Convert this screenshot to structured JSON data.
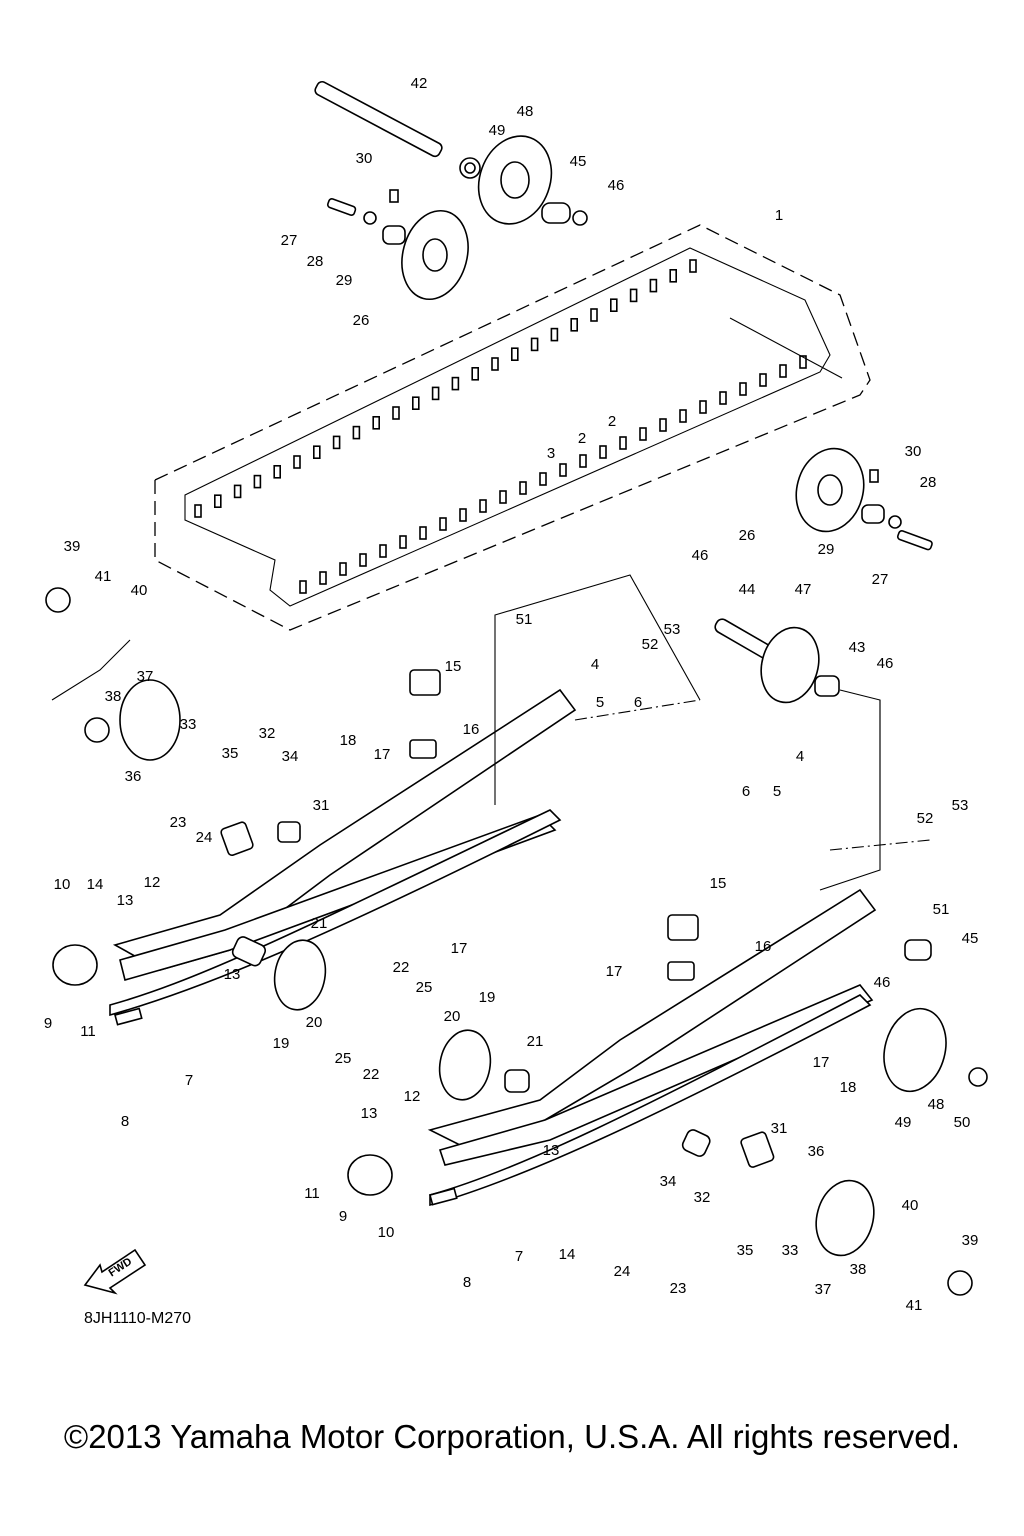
{
  "figure": {
    "catalog_code": "8JH1110-M270",
    "direction_label": "FWD",
    "copyright": "©2013 Yamaha Motor Corporation, U.S.A. All rights reserved."
  },
  "callouts": [
    "42",
    "48",
    "49",
    "30",
    "45",
    "46",
    "27",
    "28",
    "29",
    "26",
    "1",
    "2",
    "2",
    "3",
    "30",
    "28",
    "26",
    "29",
    "27",
    "39",
    "41",
    "40",
    "37",
    "38",
    "33",
    "35",
    "32",
    "36",
    "34",
    "18",
    "17",
    "15",
    "16",
    "31",
    "23",
    "24",
    "10",
    "14",
    "13",
    "12",
    "9",
    "11",
    "13",
    "7",
    "8",
    "21",
    "17",
    "22",
    "25",
    "20",
    "19",
    "25",
    "22",
    "19",
    "20",
    "21",
    "12",
    "13",
    "13",
    "11",
    "9",
    "10",
    "7",
    "8",
    "14",
    "24",
    "23",
    "46",
    "44",
    "47",
    "51",
    "53",
    "52",
    "4",
    "5",
    "6",
    "43",
    "46",
    "4",
    "6",
    "5",
    "52",
    "53",
    "51",
    "15",
    "16",
    "17",
    "45",
    "46",
    "17",
    "18",
    "48",
    "49",
    "50",
    "31",
    "34",
    "32",
    "36",
    "35",
    "33",
    "37",
    "38",
    "40",
    "39",
    "41"
  ]
}
